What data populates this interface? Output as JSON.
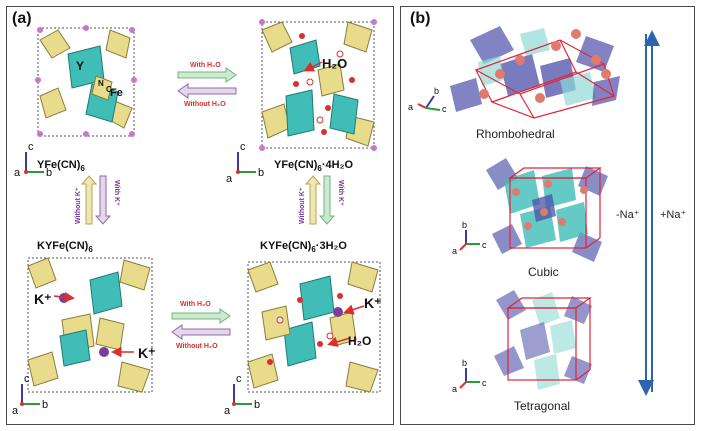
{
  "panel_a": {
    "label": "(a)",
    "structures": [
      {
        "formula_main": "YFe(CN)",
        "formula_sub": "6",
        "formula_tail": ""
      },
      {
        "formula_main": "YFe(CN)",
        "formula_sub": "6",
        "formula_tail": "·4H₂O"
      },
      {
        "formula_main": "KYFe(CN)",
        "formula_sub": "6",
        "formula_tail": ""
      },
      {
        "formula_main": "KYFe(CN)",
        "formula_sub": "6",
        "formula_tail": "·3H₂O"
      }
    ],
    "atom_labels": {
      "y": "Y",
      "n": "N",
      "c": "C",
      "fe": "Fe",
      "h2o": "H₂O",
      "k": "K⁺"
    },
    "arrows": {
      "top_right": "With H₂O",
      "top_left": "Without H₂O",
      "bottom_right": "With H₂O",
      "bottom_left": "Without H₂O",
      "left_down": "Without K⁺",
      "left_up": "With K⁺",
      "right_down": "Without K⁺",
      "right_up": "With K⁺"
    },
    "axes": {
      "a": "a",
      "b": "b",
      "c": "c"
    }
  },
  "panel_b": {
    "label": "(b)",
    "structures": [
      "Rhombohedral",
      "Cubic",
      "Tetragonal"
    ],
    "arrow_left": "-Na⁺",
    "arrow_right": "+Na⁺",
    "axes": {
      "a": "a",
      "b": "b",
      "c": "c"
    }
  },
  "colors": {
    "fe_octahedra": "#e8dc8c",
    "y_octahedra": "#3fbdb6",
    "na_polyhedra": "#4b4fa8",
    "corner_atoms": "#c878c8",
    "oxygen": "#d8302e",
    "arrow_green": "#6bb87a",
    "arrow_purple": "#8f6aa8",
    "na_arrow": "#2d64b0",
    "cell_line": "#e0243a"
  }
}
